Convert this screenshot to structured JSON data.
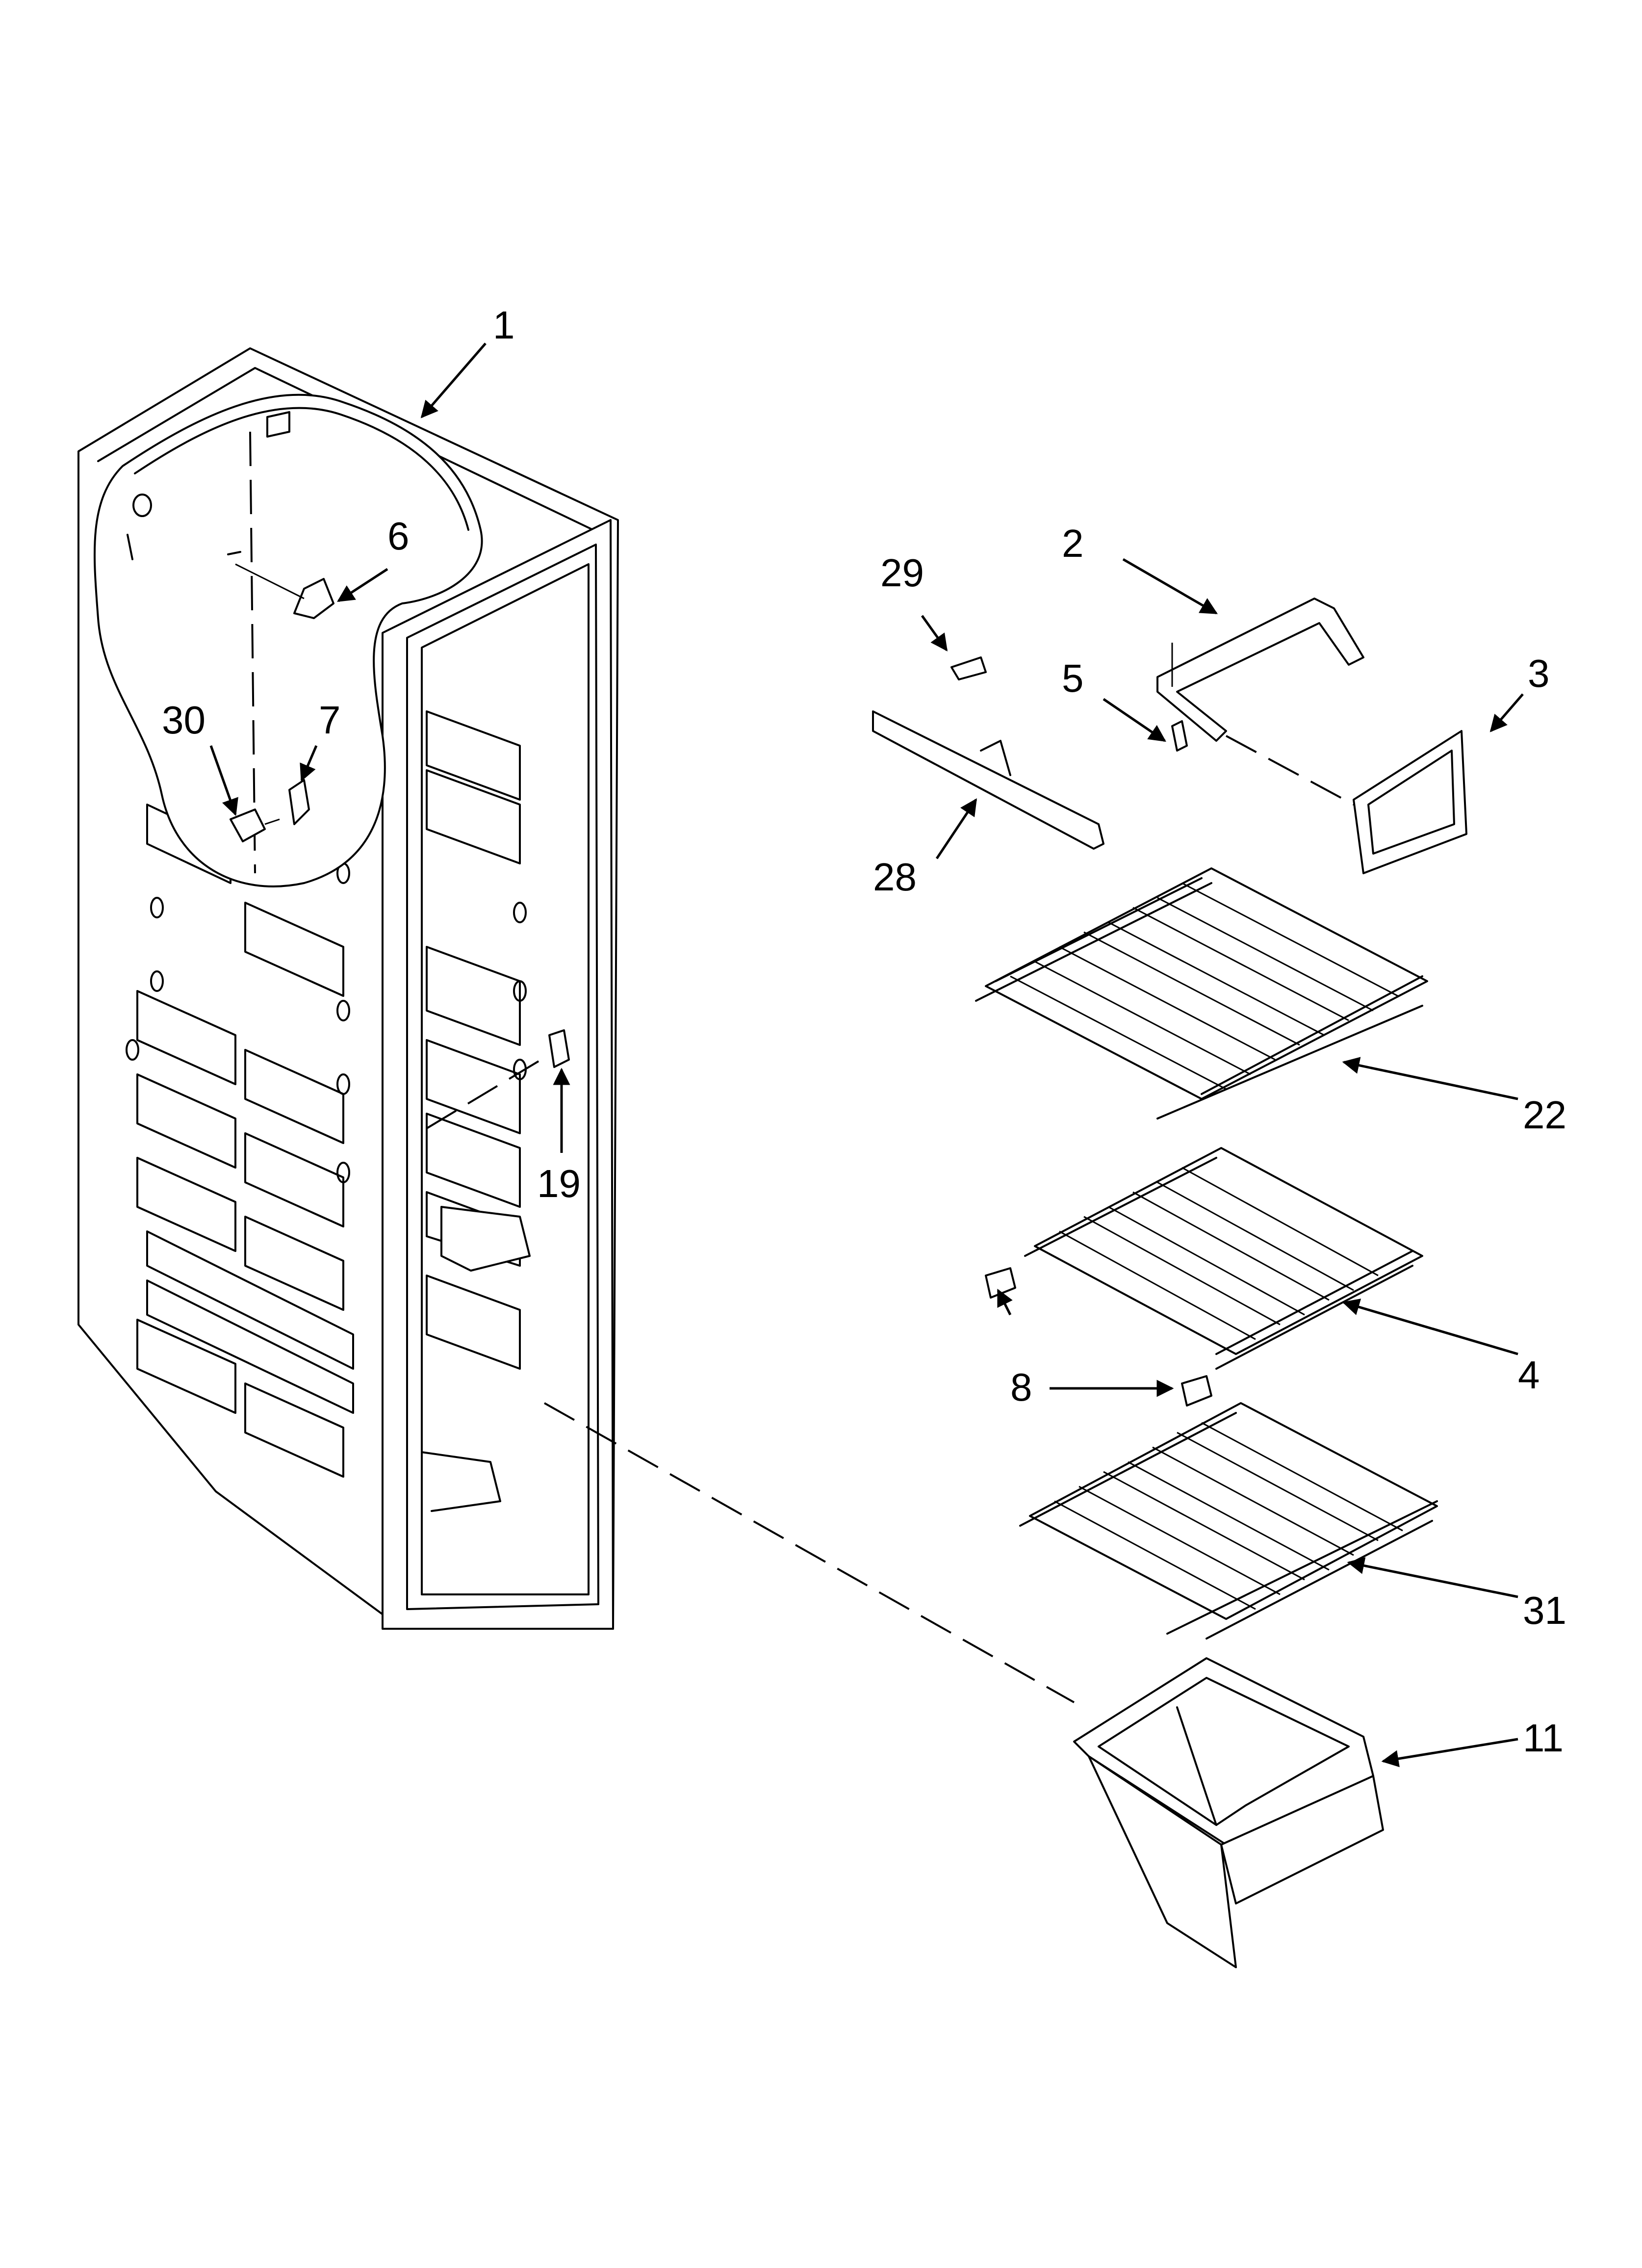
{
  "callouts": [
    "1",
    "2",
    "3",
    "4",
    "5",
    "6",
    "7",
    "8",
    "11",
    "19",
    "22",
    "28",
    "29",
    "30",
    "31"
  ]
}
